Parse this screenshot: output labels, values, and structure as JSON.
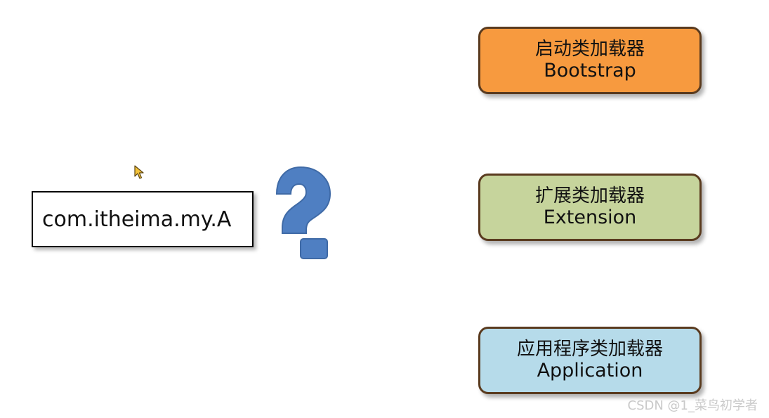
{
  "class_name": {
    "text": "com.itheima.my.A"
  },
  "question_mark": {
    "icon": "question-mark-icon",
    "color": "#4f7fc2"
  },
  "loaders": [
    {
      "name_cn": "启动类加载器",
      "name_en": "Bootstrap",
      "fill": "#f79a3f"
    },
    {
      "name_cn": "扩展类加载器",
      "name_en": "Extension",
      "fill": "#c6d49c"
    },
    {
      "name_cn": "应用程序类加载器",
      "name_en": "Application",
      "fill": "#b6dbea"
    }
  ],
  "border_color": "#5a3b1f",
  "cursor": {
    "icon": "mouse-pointer-icon"
  },
  "watermark": {
    "text": "CSDN @1_菜鸟初学者"
  }
}
